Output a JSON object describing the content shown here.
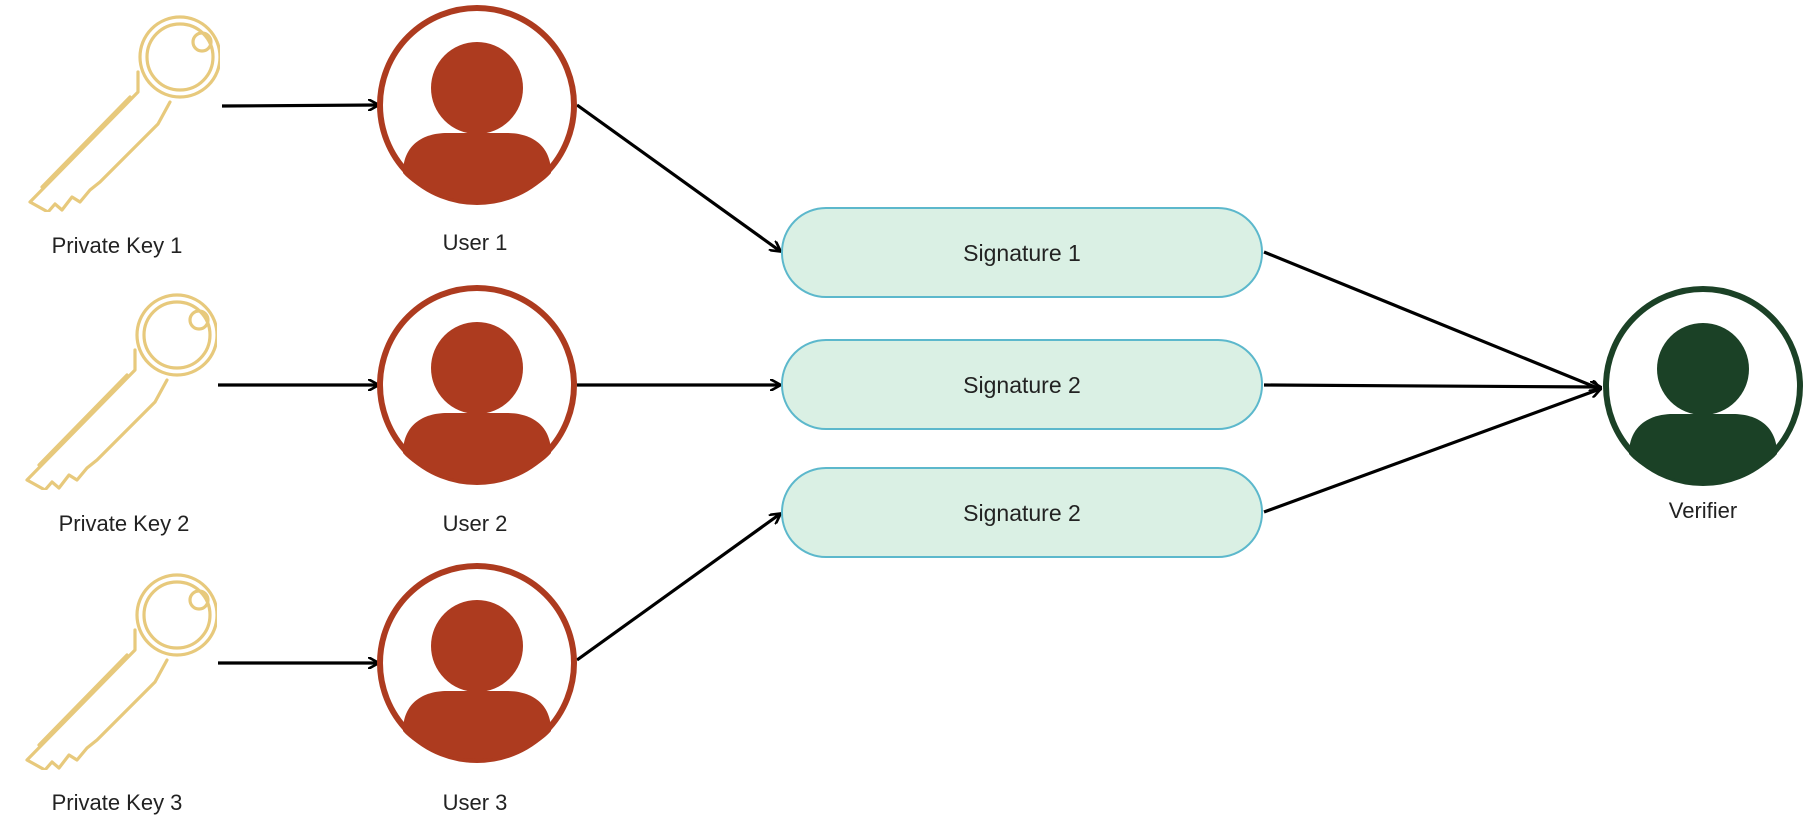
{
  "keys": [
    {
      "label": "Private Key 1"
    },
    {
      "label": "Private Key 2"
    },
    {
      "label": "Private Key 3"
    }
  ],
  "users": [
    {
      "label": "User 1"
    },
    {
      "label": "User 2"
    },
    {
      "label": "User 3"
    }
  ],
  "signatures": [
    {
      "label": "Signature 1"
    },
    {
      "label": "Signature 2"
    },
    {
      "label": "Signature 2"
    }
  ],
  "verifier": {
    "label": "Verifier"
  },
  "colors": {
    "key": "#e7c97c",
    "user": "#ad3b1f",
    "verifier": "#1b4126",
    "signature_fill": "#daf0e4",
    "signature_border": "#5cb8cc",
    "arrow": "#000000"
  }
}
